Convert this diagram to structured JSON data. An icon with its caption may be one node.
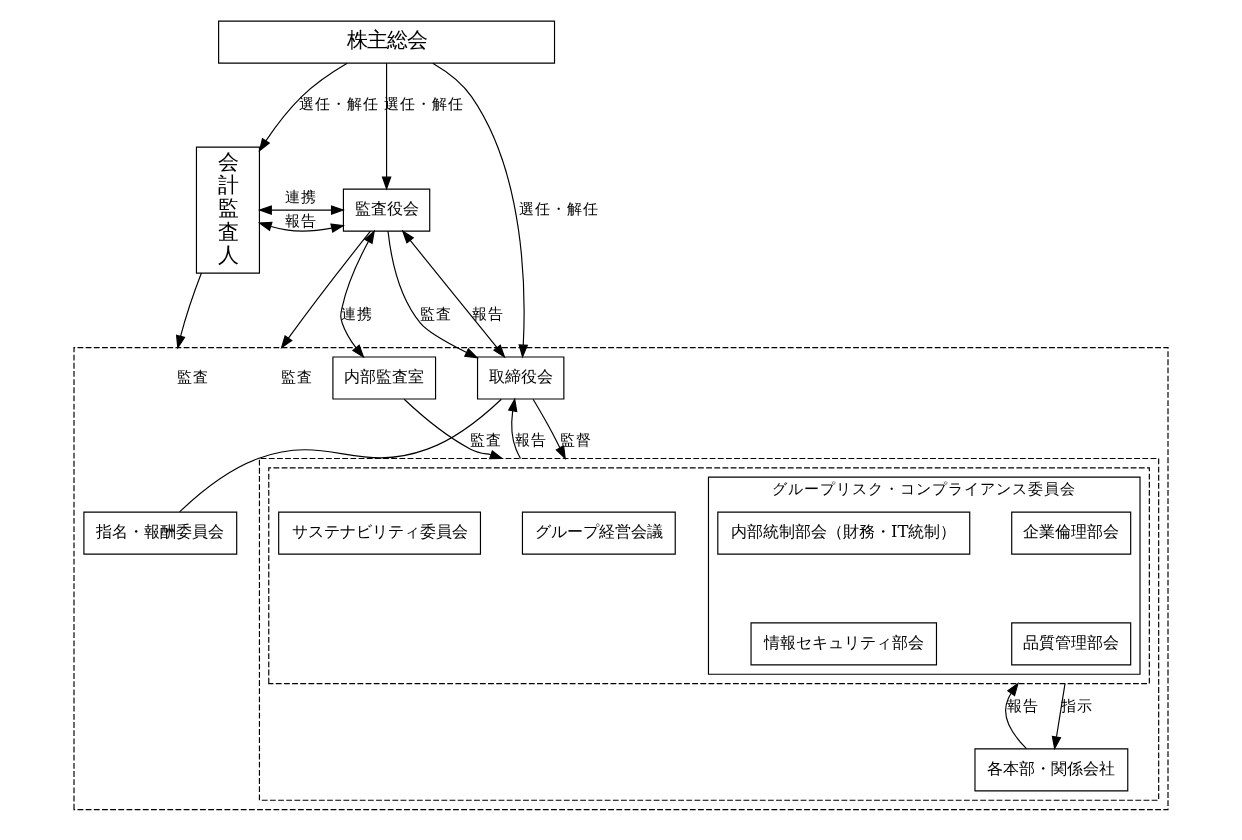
{
  "diagram": {
    "nodes": [
      {
        "text": [
          "株主総会"
        ]
      },
      {
        "text": [
          "会計監査人"
        ]
      },
      {
        "text": [
          "監査役会"
        ]
      },
      {
        "text": [],
        "shape": "box"
      },
      {
        "text": [
          "取締役会"
        ],
        "in": 3
      },
      {
        "text": [
          "指名・報酬委員会"
        ],
        "in": 3
      },
      {
        "text": [
          "内部監査室"
        ],
        "in": 3
      },
      {
        "text": [],
        "shape": "box",
        "in": 3
      },
      {
        "text": [],
        "shape": "box",
        "in": 7
      },
      {
        "text": [
          "グループ経営会議"
        ],
        "in": 8
      },
      {
        "text": [
          "サステナビリティ委員会"
        ],
        "in": 8
      },
      {
        "text": [
          "グループリスク・コンプライアンス委員会"
        ],
        "in": 8
      },
      {
        "text": [
          "企業倫理部会"
        ],
        "in": 11
      },
      {
        "text": [
          "内部統制部会（財務・IT統制）"
        ],
        "in": 11
      },
      {
        "text": [
          "品質管理部会"
        ],
        "in": 11
      },
      {
        "text": [
          "情報セキュリティ部会"
        ],
        "in": 11
      },
      {
        "text": [
          "各本部・関係会社"
        ],
        "in": 7
      }
    ],
    "edges": [
      {
        "from": 0,
        "to": 1,
        "arrow": "to",
        "label": "選任・解任"
      },
      {
        "from": 0,
        "to": 2,
        "arrow": "to",
        "label": "選任・解任"
      },
      {
        "from": 0,
        "to": 4,
        "arrow": "to",
        "label": "選任・解任"
      },
      {
        "from": 1,
        "to": 2,
        "arrow": "both",
        "label": "連携"
      },
      {
        "from": 1,
        "to": 2,
        "arrow": "both",
        "label": "報告"
      },
      {
        "from": 2,
        "to": 4,
        "arrow": "to",
        "label": "監査"
      },
      {
        "from": 2,
        "to": 4,
        "arrow": "both",
        "label": "報告"
      },
      {
        "from": 2,
        "to": 3,
        "arrow": "to",
        "label": "監査"
      },
      {
        "from": 2,
        "to": 6,
        "arrow": "both",
        "label": "連携"
      },
      {
        "from": 4,
        "to": 5,
        "arrow": "none"
      },
      {
        "from": 1,
        "to": 3,
        "arrow": "to",
        "label": "監査"
      },
      {
        "from": 6,
        "to": 7,
        "arrow": "to",
        "label": "監査"
      },
      {
        "from": 7,
        "to": 4,
        "arrow": "to",
        "label": "報告"
      },
      {
        "from": 4,
        "to": 7,
        "arrow": "to",
        "label": "監督"
      },
      {
        "from": 16,
        "to": 8,
        "arrow": "to",
        "label": "報告"
      },
      {
        "from": 8,
        "to": 16,
        "arrow": "to",
        "label": "指示"
      }
    ]
  }
}
